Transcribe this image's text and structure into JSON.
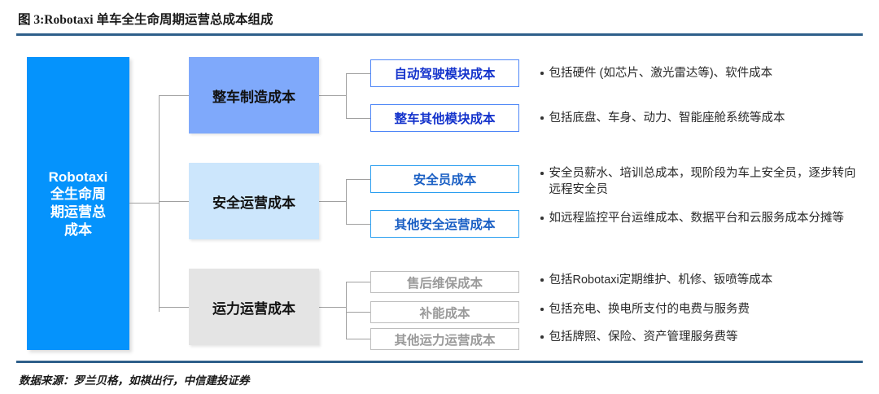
{
  "header": {
    "title": "图 3:Robotaxi 单车全生命周期运营总成本组成"
  },
  "footer": {
    "source": "数据来源：罗兰贝格，如祺出行，中信建投证券"
  },
  "colors": {
    "root_fill": "#0593fc",
    "group0_fill": "#7fa9fb",
    "group1_fill": "#cce6fc",
    "group2_fill": "#e4e4e4",
    "group0_text": "#1433cc",
    "group1_text": "#1a5fc4",
    "group2_text": "#9a9a9a",
    "rule": "#2e5f8a",
    "connector": "#a0a0a0"
  },
  "root": {
    "label": "Robotaxi\n全生命周\n期运营总\n成本"
  },
  "groups": [
    {
      "label": "整车制造成本",
      "items": [
        {
          "label": "自动驾驶模块成本",
          "note": "包括硬件 (如芯片、激光雷达等)、软件成本"
        },
        {
          "label": "整车其他模块成本",
          "note": "包括底盘、车身、动力、智能座舱系统等成本"
        }
      ]
    },
    {
      "label": "安全运营成本",
      "items": [
        {
          "label": "安全员成本",
          "note": "安全员薪水、培训总成本，现阶段为车上安全员，逐步转向远程安全员"
        },
        {
          "label": "其他安全运营成本",
          "note": "如远程监控平台运维成本、数据平台和云服务成本分摊等"
        }
      ]
    },
    {
      "label": "运力运营成本",
      "items": [
        {
          "label": "售后维保成本",
          "note": "包括Robotaxi定期维护、机修、钣喷等成本"
        },
        {
          "label": "补能成本",
          "note": "包括充电、换电所支付的电费与服务费"
        },
        {
          "label": "其他运力运营成本",
          "note": "包括牌照、保险、资产管理服务费等"
        }
      ]
    }
  ]
}
